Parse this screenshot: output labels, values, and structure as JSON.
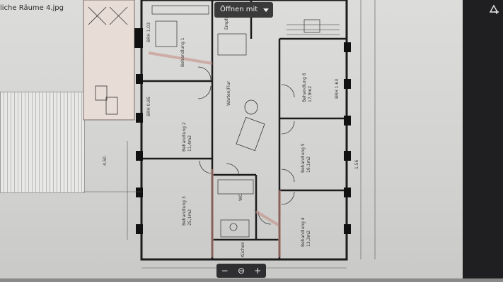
{
  "viewer": {
    "filename": "liche Räume 4.jpg",
    "open_with_label": "Öffnen mit"
  },
  "icons": {
    "open_with_caret": "chevron-down-icon",
    "add_to_drive": "add-to-drive-icon",
    "zoom_out": "minus-icon",
    "zoom_in": "plus-icon",
    "zoom_reset": "magnifier-icon"
  },
  "zoom": {
    "out_label": "−",
    "reset_label": "⊖",
    "in_label": "+"
  },
  "floorplan": {
    "rooms": [
      "Behandlung 1",
      "Behandlung 2",
      "Behandlung 3",
      "Behandlung 4",
      "Behandlung 5",
      "Behandlung 6",
      "Warten/Flur",
      "Küchen",
      "WC",
      "Empfang"
    ],
    "labels": [
      "BRH 1.03",
      "BRH 0.85",
      "BRH 1.63",
      "4.50",
      "1.56",
      "11,4m2",
      "17,9m2",
      "25,1m2",
      "19,1m2",
      "13,3m2"
    ]
  }
}
